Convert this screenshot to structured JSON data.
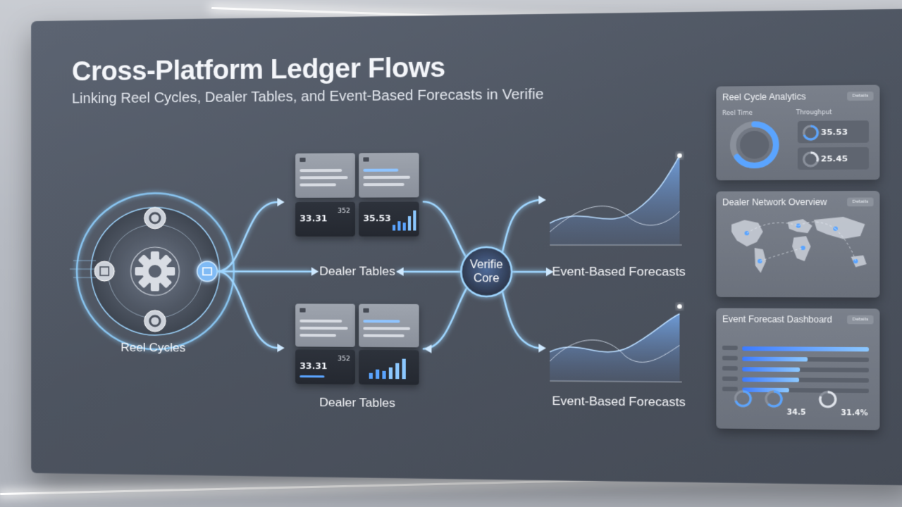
{
  "header": {
    "title": "Cross-Platform Ledger Flows",
    "subtitle": "Linking Reel Cycles, Dealer Tables, and Event-Based Forecasts in Verifie"
  },
  "diagram": {
    "source_label": "Reel Cycles",
    "core_label_1": "Verifie",
    "core_label_2": "Core",
    "mid_label_top": "Dealer Tables",
    "mid_label_bottom": "Dealer Tables",
    "right_label_top": "Event-Based Forecasts",
    "right_label_bottom": "Event-Based Forecasts",
    "card_top": {
      "value_a": "33.31",
      "value_b": "352",
      "value_c": "35.53"
    },
    "card_bottom": {
      "value_a": "33.31",
      "value_b": "352"
    },
    "accent": "#8fd0ff",
    "icons": [
      "gear-icon",
      "document-icon",
      "calendar-icon"
    ]
  },
  "panels": {
    "reel": {
      "title": "Reel Cycle Analytics",
      "button": "Details",
      "label_left": "Reel Time",
      "label_right": "Throughput",
      "gauge_fill": 0.65,
      "stat_1": "35.53",
      "stat_2": "25.45"
    },
    "dealer": {
      "title": "Dealer Network Overview",
      "button": "Details"
    },
    "forecast": {
      "title": "Event Forecast Dashboard",
      "button": "Details",
      "bars": [
        1.0,
        0.52,
        0.46,
        0.45,
        0.37
      ],
      "kpi_1": "34.5",
      "kpi_2": "31.4%"
    }
  }
}
